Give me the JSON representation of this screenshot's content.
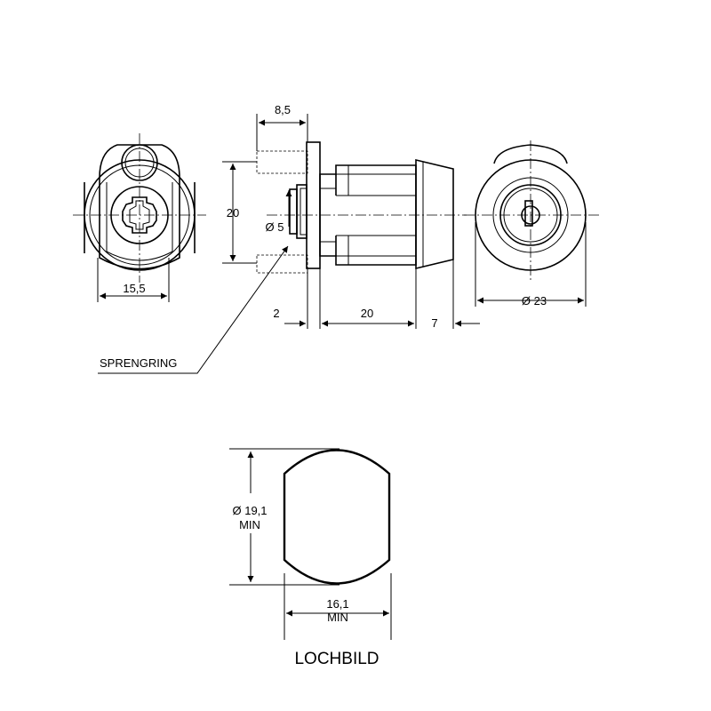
{
  "dimensions": {
    "width_8_5": "8,5",
    "height_20": "20",
    "dia_5": "Ø 5",
    "front_15_5": "15,5",
    "offset_2": "2",
    "length_20": "20",
    "length_7": "7",
    "dia_23": "Ø 23",
    "cutout_dia": "Ø 19,1",
    "cutout_dia_min": "MIN",
    "cutout_width": "16,1",
    "cutout_width_min": "MIN"
  },
  "labels": {
    "spring_ring": "SPRENGRING",
    "hole_pattern": "LOCHBILD"
  }
}
